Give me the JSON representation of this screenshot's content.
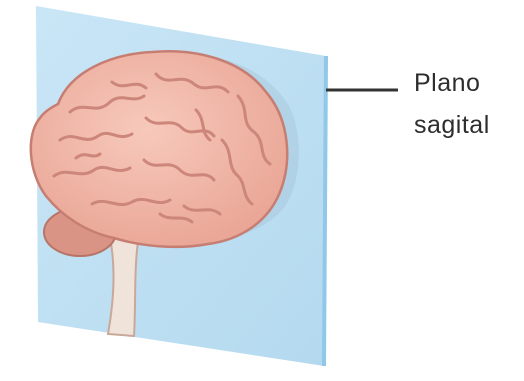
{
  "diagram": {
    "label_lines": [
      "Plano",
      "sagital"
    ]
  },
  "colors": {
    "plane_fill": "#bfe0f3",
    "plane_edge": "#7fc0e4",
    "brain_fill": "#f0b2a2",
    "brain_outline": "#c97f74",
    "brain_folds": "#cf8c80",
    "brainstem": "#efe1d8",
    "leader_line": "#333333"
  },
  "icons": [
    "brain-illustration",
    "sagittal-plane"
  ]
}
